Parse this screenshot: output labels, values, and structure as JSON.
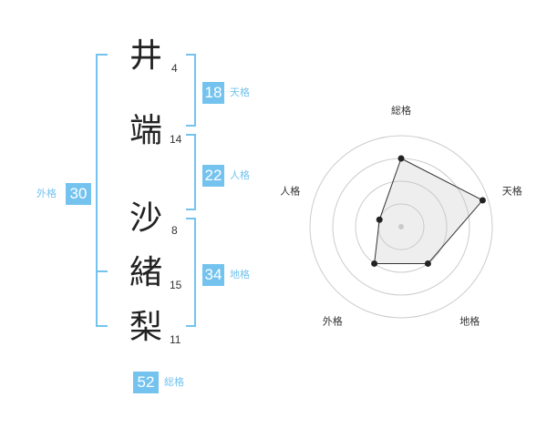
{
  "characters": [
    {
      "char": "井",
      "strokes": "4"
    },
    {
      "char": "端",
      "strokes": "14"
    },
    {
      "char": "沙",
      "strokes": "8"
    },
    {
      "char": "緒",
      "strokes": "15"
    },
    {
      "char": "梨",
      "strokes": "11"
    }
  ],
  "scores": {
    "tenkaku": {
      "value": "18",
      "label": "天格"
    },
    "jinkaku": {
      "value": "22",
      "label": "人格"
    },
    "chikaku": {
      "value": "34",
      "label": "地格"
    },
    "gaikaku": {
      "value": "30",
      "label": "外格"
    },
    "soukaku": {
      "value": "52",
      "label": "総格"
    }
  },
  "radar": {
    "axes": [
      "総格",
      "天格",
      "地格",
      "外格",
      "人格"
    ],
    "levels": 4,
    "values": [
      0.75,
      0.94,
      0.5,
      0.5,
      0.25
    ]
  },
  "colors": {
    "accent": "#74c3ef",
    "text": "#222222",
    "grid": "#cccccc"
  }
}
